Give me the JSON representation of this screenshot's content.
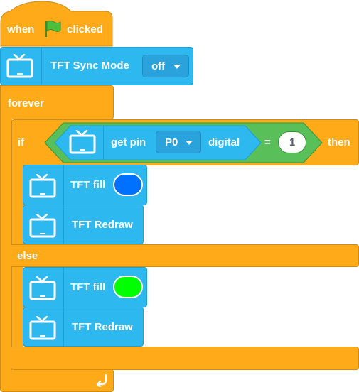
{
  "hat": {
    "when": "when",
    "clicked": "clicked",
    "flag_icon": "green-flag-icon"
  },
  "sync": {
    "label": "TFT Sync Mode",
    "value": "off"
  },
  "forever": {
    "label": "forever"
  },
  "ifblock": {
    "if_label": "if",
    "then_label": "then",
    "else_label": "else",
    "condition": {
      "get_pin": "get pin",
      "pin": "P0",
      "mode": "digital",
      "op": "=",
      "value": "1"
    }
  },
  "then_branch": {
    "fill_label": "TFT fill",
    "fill_color": "#0070ff",
    "redraw_label": "TFT Redraw"
  },
  "else_branch": {
    "fill_label": "TFT fill",
    "fill_color": "#00ff00",
    "redraw_label": "TFT Redraw"
  },
  "colors": {
    "control": "#ffab19",
    "tft": "#2db8ef",
    "operator": "#59c059"
  }
}
